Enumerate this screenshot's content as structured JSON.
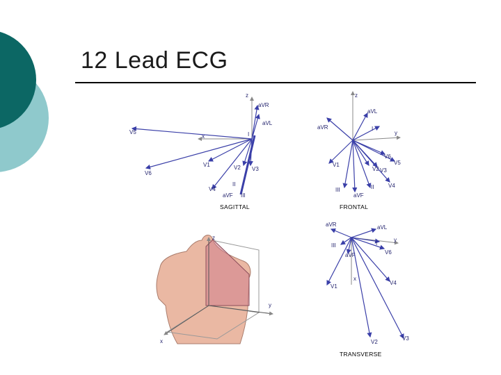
{
  "slide": {
    "title": "12 Lead ECG",
    "colors": {
      "accent_dark": "#0c6764",
      "accent_light": "#8fc9cc",
      "vector": "#3a3fa8",
      "axis": "#888888",
      "torso": "#e8b7a3"
    }
  },
  "figure": {
    "panels": {
      "sagittal": {
        "caption": "SAGITTAL",
        "labels": {
          "z": "z",
          "x": "x",
          "avr_top": "aVR",
          "avl": "aVL",
          "i": "I",
          "v5": "V5",
          "v6": "V6",
          "v1": "V1",
          "v2": "V2",
          "v3": "V3",
          "v4": "V4",
          "ii": "II",
          "avf": "aVF",
          "iii": "III"
        }
      },
      "frontal": {
        "caption": "FRONTAL",
        "labels": {
          "z": "z",
          "avl": "aVL",
          "avr": "aVR",
          "i": "I",
          "y": "y",
          "v1": "V1",
          "v2": "V2",
          "v3": "V3",
          "v4": "V4",
          "v5": "V5",
          "v6": "V6",
          "ii": "II",
          "avf": "aVF",
          "iii": "III"
        }
      },
      "transverse": {
        "caption": "TRANSVERSE",
        "labels": {
          "avr": "aVR",
          "avl": "aVL",
          "iii": "III",
          "i": "I",
          "y": "y",
          "v6": "V6",
          "avf": "aVF",
          "x": "x",
          "v1": "V1",
          "v4": "V4",
          "v2": "V2",
          "v3": "V3"
        }
      },
      "torso": {
        "labels": {
          "z": "z",
          "y": "y",
          "x": "x"
        }
      }
    }
  }
}
